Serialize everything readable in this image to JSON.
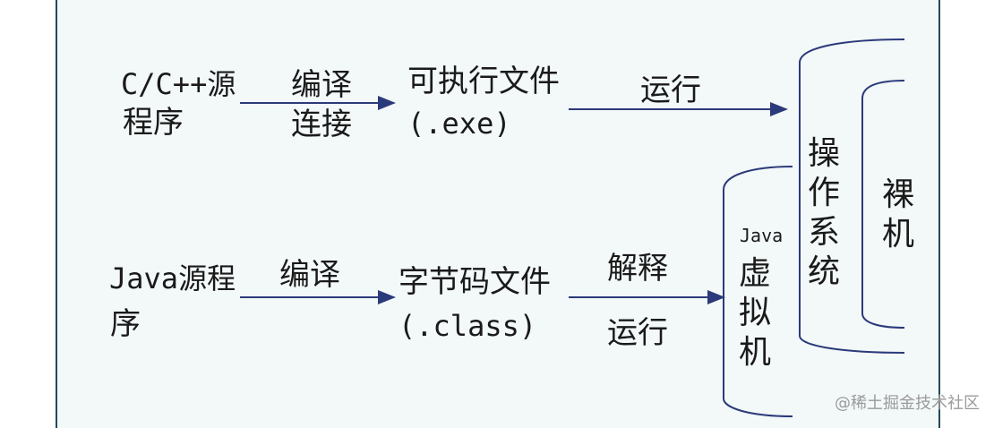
{
  "rows": {
    "cpp": {
      "source_line1": "C/C++源",
      "source_line2": "程序",
      "compile_line1": "编译",
      "compile_line2": "连接",
      "exe_line1": "可执行文件",
      "exe_line2": "(.exe)",
      "run": "运行"
    },
    "java": {
      "source_line1": "Java源程",
      "source_line2": "序",
      "compile": "编译",
      "bytecode_line1": "字节码文件",
      "bytecode_line2": "(.class)",
      "interpret": "解释",
      "run": "运行"
    }
  },
  "layers": {
    "jvm_prefix": "Java",
    "jvm_vertical": "虚\n拟\n机",
    "os_vertical": "操\n作\n系\n统",
    "hw_vertical": "裸\n机"
  },
  "watermark": "@稀土掘金技术社区",
  "colors": {
    "background": "#f3f8f8",
    "line": "#2b3a7a",
    "border": "#1f4a5c"
  }
}
